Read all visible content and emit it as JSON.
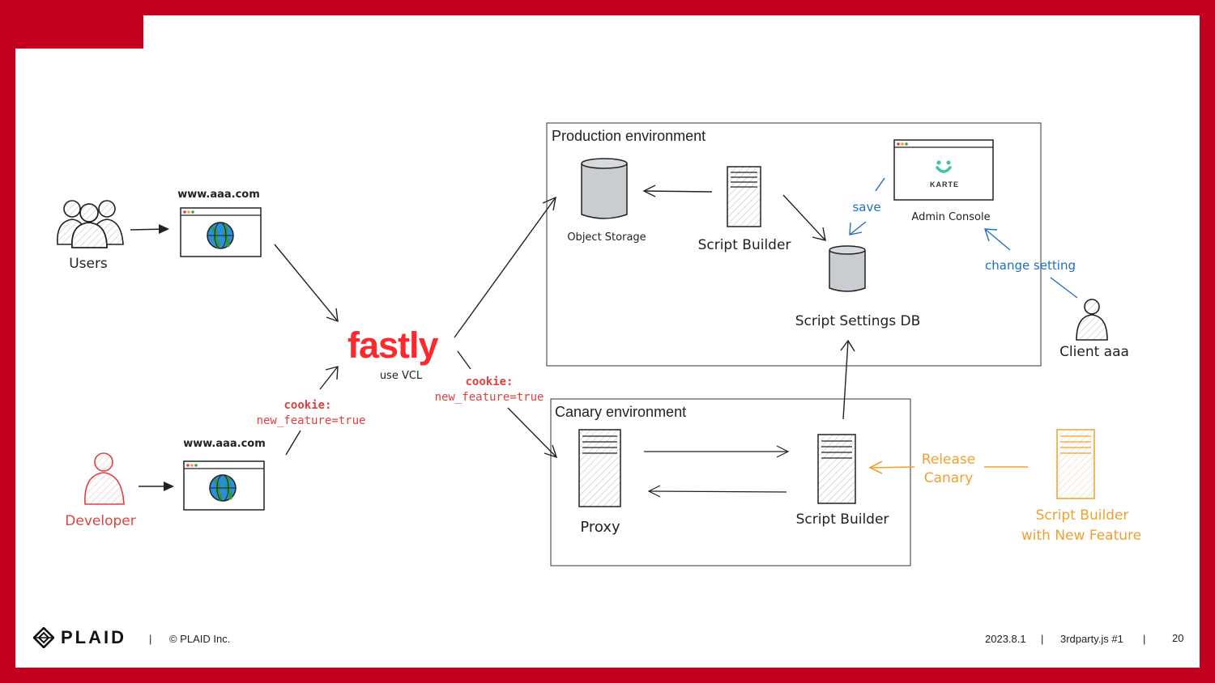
{
  "colors": {
    "brand_red": "#c4001f",
    "fastly_red": "#ff282d",
    "blue": "#1f6fc0",
    "orange": "#f0a030",
    "developer_red": "#e04040",
    "ink": "#222222"
  },
  "nodes": {
    "users": "Users",
    "developer": "Developer",
    "site_users": "www.aaa.com",
    "site_developer": "www.aaa.com",
    "fastly_logo": "fastly",
    "fastly_caption": "use VCL",
    "object_storage": "Object Storage",
    "script_builder_prod": "Script Builder",
    "script_settings_db": "Script Settings DB",
    "admin_console": "Admin Console",
    "karte": "KARTE",
    "client": "Client aaa",
    "proxy": "Proxy",
    "script_builder_canary": "Script Builder",
    "script_builder_new_line1": "Script Builder",
    "script_builder_new_line2": "with New Feature"
  },
  "groups": {
    "production": "Production environment",
    "canary": "Canary environment"
  },
  "labels": {
    "cookie_dev_line1": "cookie:",
    "cookie_dev_line2": "new_feature=true",
    "cookie_fastly_line1": "cookie:",
    "cookie_fastly_line2": "new_feature=true",
    "save": "save",
    "change_setting": "change setting",
    "release_line1": "Release",
    "release_line2": "Canary"
  },
  "footer": {
    "brand": "PLAID",
    "sep1": "|",
    "copyright": "© PLAID Inc.",
    "date": "2023.8.1",
    "sep2": "|",
    "event": "3rdparty.js #1",
    "sep3": "|",
    "page_number": "20"
  }
}
